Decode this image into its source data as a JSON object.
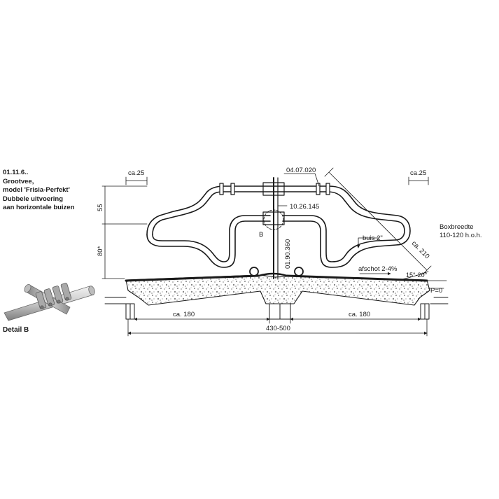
{
  "title": {
    "code": "01.11.6..",
    "line1": "Grootvee,",
    "line2": "model 'Frisia-Perfekt'",
    "line3": "Dubbele uitvoering",
    "line4": "aan horizontale buizen"
  },
  "detail": {
    "label": "Detail B"
  },
  "labels": {
    "ca25_left": "ca.25",
    "ca25_right": "ca.25",
    "part_040702": "04.07.020",
    "part_1026145": "10.26.145",
    "part_0190360": "01.90.360",
    "detail_marker": "B",
    "dim_55": "55",
    "dim_80": "80*",
    "boxbreedte_title": "Boxbreedte",
    "boxbreedte_value": "110-120 h.o.h.",
    "ca210": "ca. 210",
    "buis": "buis 2\"",
    "afschot": "afschot 2-4%",
    "angle": "15°-20°",
    "p0": "P=0",
    "ca180_left": "ca. 180",
    "ca180_right": "ca. 180",
    "total": "430-500"
  },
  "colors": {
    "line": "#1a1a1a",
    "concrete": "#ffffff",
    "pipe": "#c9c9c9",
    "pipe_dark": "#8a8a8a"
  }
}
